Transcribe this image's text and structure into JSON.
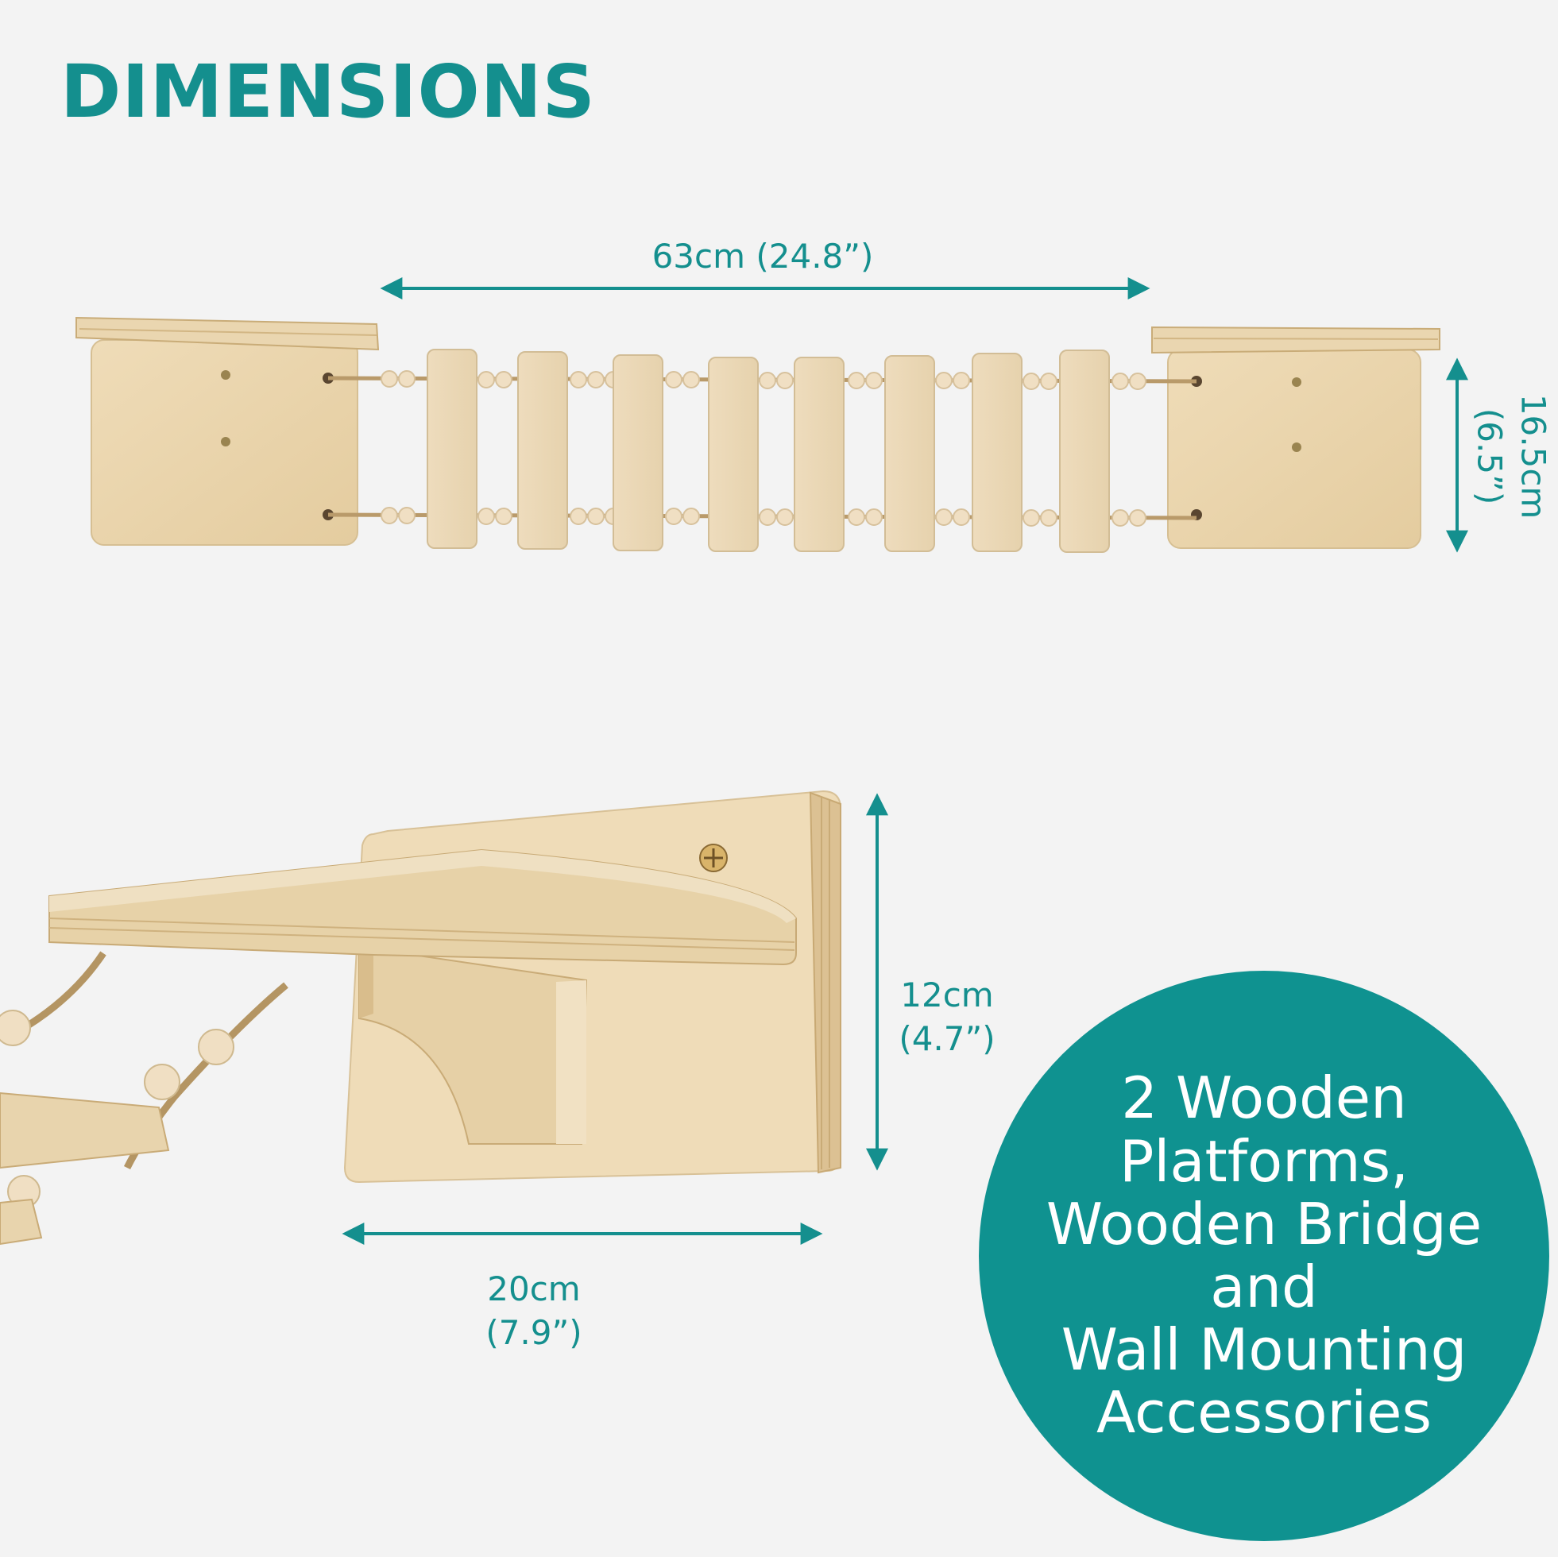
{
  "header": {
    "title": "DIMENSIONS"
  },
  "dimensions": {
    "bridge_length": "63cm (24.8”)",
    "bridge_height": {
      "cm": "16.5cm",
      "in": "(6.5”)"
    },
    "platform_height": {
      "cm": "12cm",
      "in": "(4.7”)"
    },
    "platform_width": {
      "cm": "20cm",
      "in": "(7.9”)"
    }
  },
  "badge": {
    "lines": [
      "2 Wooden",
      "Platforms,",
      "Wooden Bridge and",
      "Wall Mounting",
      "Accessories"
    ]
  },
  "colors": {
    "accent": "#148f8e",
    "badge": "#0f9290",
    "wood": "#ecd9b4",
    "background": "#f3f3f3"
  }
}
